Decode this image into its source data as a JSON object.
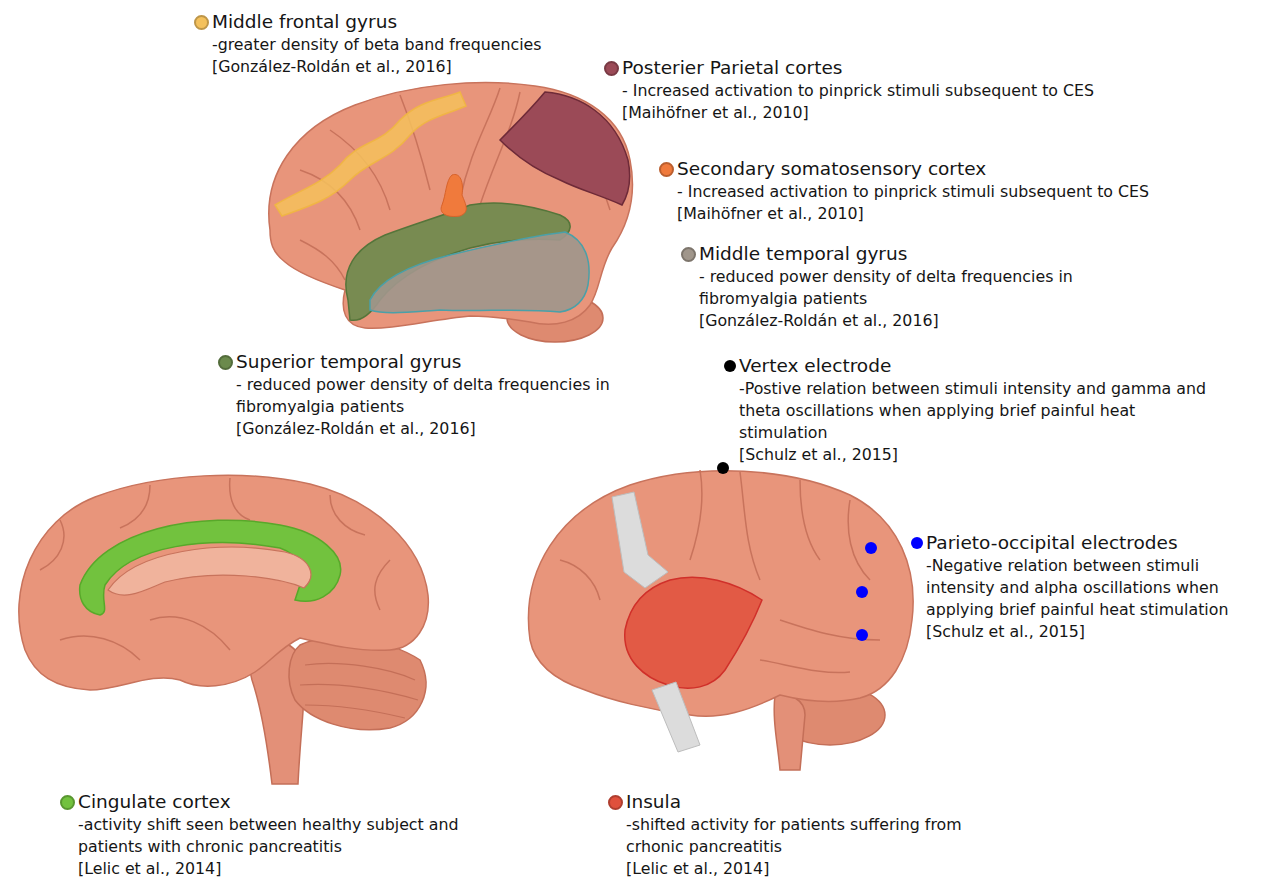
{
  "diagram": {
    "labels": [
      "-greater density of beta band frequencies",
      "[González-Roldán et al., 2016]",
      "- Increased activation to pinprick stimuli subsequent to CES",
      "[Maihöfner et al., 2010]",
      "- Increased activation to pinprick stimuli subsequent to CES",
      "[Maihöfner et al., 2010]",
      "- reduced power density of delta frequencies in fibromyalgia patients",
      "[González-Roldán et al., 2016]",
      "- reduced power density of delta frequencies in fibromyalgia patients",
      "[González-Roldán et al., 2016]",
      "-Postive relation between stimuli intensity and gamma and theta oscillations when applying brief painful heat stimulation",
      "[Schulz et al., 2015]",
      "-Negative relation between stimuli intensity and alpha oscillations when applying brief painful heat stimulation",
      "[Schulz et al., 2015]",
      "-activity shift seen between healthy subject and patients with chronic pancreatitis",
      "[Lelic et al., 2014]",
      "-shifted activity for patients suffering from crhonic pancreatitis",
      "[Lelic et al., 2014]"
    ],
    "legend": [
      {
        "text": "Middle frontal gyrus",
        "color": "#f4c15c"
      },
      {
        "text": "Posterier Parietal cortes",
        "color": "#9b4a57"
      },
      {
        "text": "Secondary somatosensory cortex",
        "color": "#f07a3c"
      },
      {
        "text": "Middle temporal gyrus",
        "color": "#a0968b"
      },
      {
        "text": "Superior temporal gyrus",
        "color": "#6b8a4c"
      },
      {
        "text": "Vertex electrode",
        "color": "#000000"
      },
      {
        "text": "Parieto-occipital electrodes",
        "color": "#0000ff"
      },
      {
        "text": "Cingulate cortex",
        "color": "#72c23e"
      },
      {
        "text": "Insula",
        "color": "#e0503c"
      }
    ]
  }
}
